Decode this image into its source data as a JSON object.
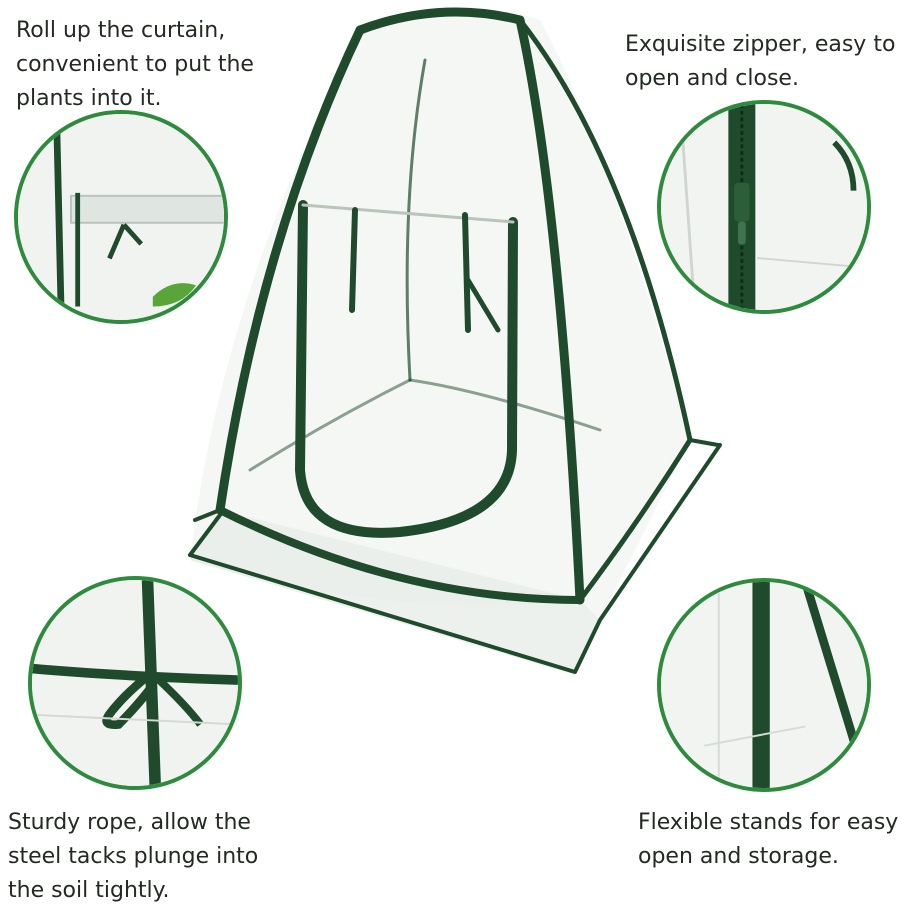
{
  "captions": {
    "top_left": "Roll up the curtain,\nconvenient to put the\nplants into it.",
    "top_right": "Exquisite zipper, easy to\nopen and close.",
    "bottom_left": "Sturdy rope, allow the\nsteel tacks plunge into\nthe soil tightly.",
    "bottom_right": "Flexible stands for easy\nopen and storage."
  },
  "colors": {
    "frame_green": "#1f4a2c",
    "circle_border": "#2e8b3e",
    "text": "#222a22"
  }
}
